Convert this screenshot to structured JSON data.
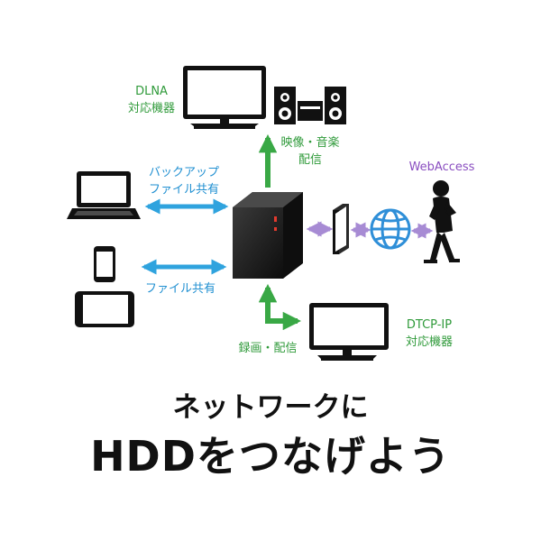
{
  "labels": {
    "dlna": [
      "DLNA",
      "対応機器"
    ],
    "av_delivery": [
      "映像・音楽",
      "配信"
    ],
    "backup_share": [
      "バックアップ",
      "ファイル共有"
    ],
    "file_share": "ファイル共有",
    "webaccess": "WebAccess",
    "record_delivery": "録画・配信",
    "dtcp": [
      "DTCP-IP",
      "対応機器"
    ]
  },
  "headline": {
    "line1": "ネットワークに",
    "line2": "HDDをつなげよう"
  },
  "icons": [
    "monitor-icon",
    "speaker-system-icon",
    "laptop-icon",
    "smartphone-icon",
    "tablet-icon",
    "nas-hdd-icon",
    "router-icon",
    "globe-icon",
    "person-phone-icon"
  ],
  "colors": {
    "green_arrow": "#39a845",
    "blue_arrow": "#2fa3de",
    "purple_arrow": "#a78bd4",
    "device": "#111111",
    "background": "#ffffff"
  }
}
